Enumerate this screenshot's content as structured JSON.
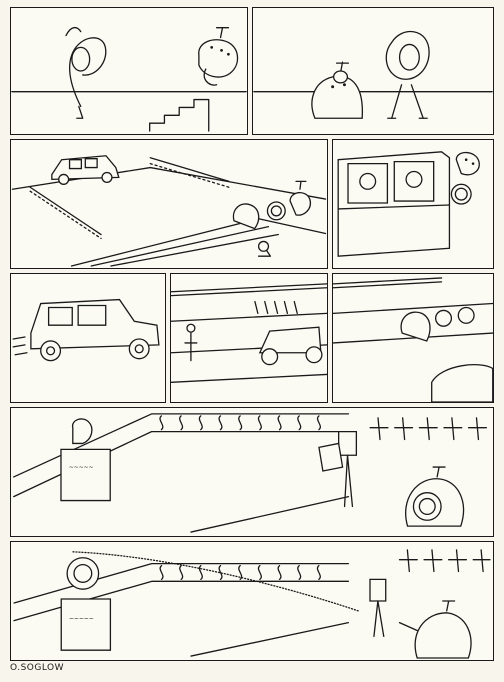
{
  "comic": {
    "artist_signature": "O.SOGLOW"
  },
  "colors": {
    "ink": "#1a1a1a",
    "paper": "#f7f5ec",
    "panel_bg": "#fbfaf3"
  },
  "panels": [
    {
      "id": "p1",
      "scene": "figure-and-stairs"
    },
    {
      "id": "p2",
      "scene": "two-figures-meeting"
    },
    {
      "id": "p3",
      "scene": "motorcade-and-troops"
    },
    {
      "id": "p4",
      "scene": "inside-carriage"
    },
    {
      "id": "p5",
      "scene": "car-driving"
    },
    {
      "id": "p6",
      "scene": "car-and-soldiers"
    },
    {
      "id": "p7",
      "scene": "figures-at-balustrade"
    },
    {
      "id": "p8",
      "scene": "bust-on-pedestal"
    },
    {
      "id": "p9",
      "scene": "wreath-thrown-at-bust"
    }
  ]
}
